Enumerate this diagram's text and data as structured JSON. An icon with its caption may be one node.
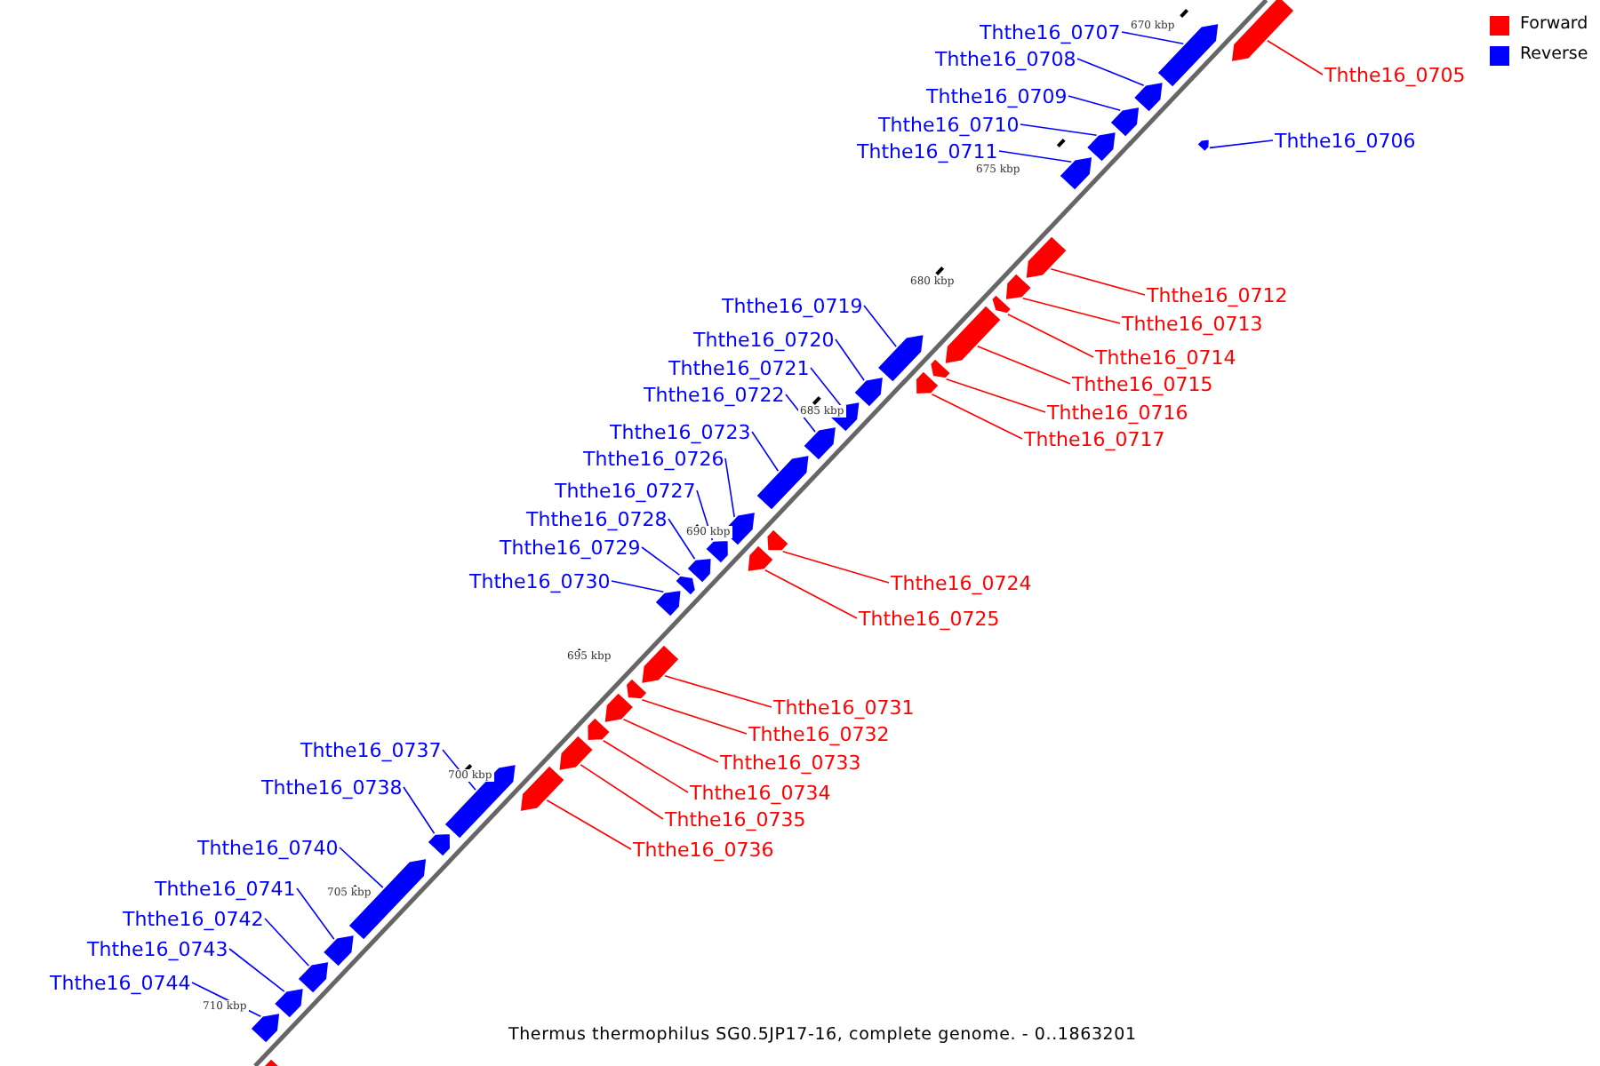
{
  "diagram": {
    "caption": "Thermus thermophilus SG0.5JP17-16, complete genome. - 0..1863201",
    "nodes": [
      {
        "text": [
          "Ththe16_0705"
        ]
      },
      {
        "text": [],
        "shape": "bar"
      },
      {
        "text": [
          "Ththe16_0706"
        ]
      },
      {
        "text": [],
        "shape": "bar"
      },
      {
        "text": [
          "Ththe16_0707"
        ]
      },
      {
        "text": [],
        "shape": "bar"
      },
      {
        "text": [
          "Ththe16_0708"
        ]
      },
      {
        "text": [],
        "shape": "bar"
      },
      {
        "text": [
          "Ththe16_0709"
        ]
      },
      {
        "text": [],
        "shape": "bar"
      },
      {
        "text": [
          "Ththe16_0710"
        ]
      },
      {
        "text": [],
        "shape": "bar"
      },
      {
        "text": [
          "Ththe16_0711"
        ]
      },
      {
        "text": [],
        "shape": "bar"
      },
      {
        "text": [
          "Ththe16_0712"
        ]
      },
      {
        "text": [],
        "shape": "bar"
      },
      {
        "text": [
          "Ththe16_0713"
        ]
      },
      {
        "text": [],
        "shape": "bar"
      },
      {
        "text": [
          "Ththe16_0714"
        ]
      },
      {
        "text": [],
        "shape": "bar"
      },
      {
        "text": [
          "Ththe16_0715"
        ]
      },
      {
        "text": [],
        "shape": "bar"
      },
      {
        "text": [
          "Ththe16_0716"
        ]
      },
      {
        "text": [],
        "shape": "bar"
      },
      {
        "text": [
          "Ththe16_0717"
        ]
      },
      {
        "text": [],
        "shape": "bar"
      },
      {
        "text": [
          "Ththe16_0719"
        ]
      },
      {
        "text": [],
        "shape": "bar"
      },
      {
        "text": [
          "Ththe16_0720"
        ]
      },
      {
        "text": [],
        "shape": "bar"
      },
      {
        "text": [
          "Ththe16_0721"
        ]
      },
      {
        "text": [],
        "shape": "bar"
      },
      {
        "text": [
          "Ththe16_0722"
        ]
      },
      {
        "text": [],
        "shape": "bar"
      },
      {
        "text": [
          "Ththe16_0723"
        ]
      },
      {
        "text": [],
        "shape": "bar"
      },
      {
        "text": [
          "Ththe16_0724"
        ]
      },
      {
        "text": [],
        "shape": "bar"
      },
      {
        "text": [
          "Ththe16_0725"
        ]
      },
      {
        "text": [],
        "shape": "bar"
      },
      {
        "text": [
          "Ththe16_0726"
        ]
      },
      {
        "text": [],
        "shape": "bar"
      },
      {
        "text": [
          "Ththe16_0727"
        ]
      },
      {
        "text": [],
        "shape": "bar"
      },
      {
        "text": [
          "Ththe16_0728"
        ]
      },
      {
        "text": [],
        "shape": "bar"
      },
      {
        "text": [
          "Ththe16_0729"
        ]
      },
      {
        "text": [],
        "shape": "bar"
      },
      {
        "text": [
          "Ththe16_0730"
        ]
      },
      {
        "text": [],
        "shape": "bar"
      },
      {
        "text": [
          "Ththe16_0731"
        ]
      },
      {
        "text": [],
        "shape": "bar"
      },
      {
        "text": [
          "Ththe16_0732"
        ]
      },
      {
        "text": [],
        "shape": "bar"
      },
      {
        "text": [
          "Ththe16_0733"
        ]
      },
      {
        "text": [],
        "shape": "bar"
      },
      {
        "text": [
          "Ththe16_0734"
        ]
      },
      {
        "text": [],
        "shape": "bar"
      },
      {
        "text": [
          "Ththe16_0735"
        ]
      },
      {
        "text": [],
        "shape": "bar"
      },
      {
        "text": [
          "Ththe16_0736"
        ]
      },
      {
        "text": [],
        "shape": "bar"
      },
      {
        "text": [
          "Ththe16_0737"
        ]
      },
      {
        "text": [],
        "shape": "bar"
      },
      {
        "text": [
          "Ththe16_0738"
        ]
      },
      {
        "text": [],
        "shape": "bar"
      },
      {
        "text": [
          "Ththe16_0740"
        ]
      },
      {
        "text": [],
        "shape": "bar"
      },
      {
        "text": [
          "Ththe16_0741"
        ]
      },
      {
        "text": [],
        "shape": "bar"
      },
      {
        "text": [
          "Ththe16_0742"
        ]
      },
      {
        "text": [],
        "shape": "bar"
      },
      {
        "text": [
          "Ththe16_0743"
        ]
      },
      {
        "text": [],
        "shape": "bar"
      },
      {
        "text": [
          "Ththe16_0744"
        ]
      },
      {
        "text": [],
        "shape": "bar"
      },
      {
        "text": [],
        "shape": "bar"
      }
    ],
    "edges": [
      {
        "from": 0,
        "to": 1,
        "arrow": "none",
        "color": "#ff0000"
      },
      {
        "from": 2,
        "to": 3,
        "arrow": "none"
      },
      {
        "from": 4,
        "to": 5,
        "arrow": "none"
      },
      {
        "from": 6,
        "to": 7,
        "arrow": "none"
      },
      {
        "from": 8,
        "to": 9,
        "arrow": "none"
      },
      {
        "from": 10,
        "to": 11,
        "arrow": "none"
      },
      {
        "from": 12,
        "to": 13,
        "arrow": "none"
      },
      {
        "from": 14,
        "to": 15,
        "arrow": "none",
        "color": "#ff0000"
      },
      {
        "from": 16,
        "to": 17,
        "arrow": "none",
        "color": "#ff0000"
      },
      {
        "from": 18,
        "to": 19,
        "arrow": "none",
        "color": "#ff0000"
      },
      {
        "from": 20,
        "to": 21,
        "arrow": "none",
        "color": "#ff0000"
      },
      {
        "from": 22,
        "to": 23,
        "arrow": "none",
        "color": "#ff0000"
      },
      {
        "from": 24,
        "to": 25,
        "arrow": "none",
        "color": "#ff0000"
      },
      {
        "from": 26,
        "to": 27,
        "arrow": "none"
      },
      {
        "from": 28,
        "to": 29,
        "arrow": "none"
      },
      {
        "from": 30,
        "to": 31,
        "arrow": "none"
      },
      {
        "from": 32,
        "to": 33,
        "arrow": "none"
      },
      {
        "from": 34,
        "to": 35,
        "arrow": "none"
      },
      {
        "from": 36,
        "to": 37,
        "arrow": "none",
        "color": "#ff0000"
      },
      {
        "from": 38,
        "to": 39,
        "arrow": "none",
        "color": "#ff0000"
      },
      {
        "from": 40,
        "to": 41,
        "arrow": "none"
      },
      {
        "from": 42,
        "to": 43,
        "arrow": "none"
      },
      {
        "from": 44,
        "to": 45,
        "arrow": "none"
      },
      {
        "from": 46,
        "to": 47,
        "arrow": "none"
      },
      {
        "from": 48,
        "to": 49,
        "arrow": "none"
      },
      {
        "from": 50,
        "to": 51,
        "arrow": "none",
        "color": "#ff0000"
      },
      {
        "from": 52,
        "to": 53,
        "arrow": "none",
        "color": "#ff0000"
      },
      {
        "from": 54,
        "to": 55,
        "arrow": "none",
        "color": "#ff0000"
      },
      {
        "from": 56,
        "to": 57,
        "arrow": "none",
        "color": "#ff0000"
      },
      {
        "from": 58,
        "to": 59,
        "arrow": "none",
        "color": "#ff0000"
      },
      {
        "from": 60,
        "to": 61,
        "arrow": "none",
        "color": "#ff0000"
      },
      {
        "from": 62,
        "to": 63,
        "arrow": "none"
      },
      {
        "from": 64,
        "to": 65,
        "arrow": "none"
      },
      {
        "from": 66,
        "to": 67,
        "arrow": "none"
      },
      {
        "from": 68,
        "to": 69,
        "arrow": "none"
      },
      {
        "from": 70,
        "to": 71,
        "arrow": "none"
      },
      {
        "from": 72,
        "to": 73,
        "arrow": "none"
      },
      {
        "from": 74,
        "to": 75,
        "arrow": "none"
      }
    ],
    "labels": [
      "670 kbp",
      "675 kbp",
      "680 kbp",
      "685 kbp",
      "690 kbp",
      "695 kbp",
      "700 kbp",
      "705 kbp",
      "710 kbp"
    ],
    "legend": [
      {
        "text": "Forward",
        "color": "#ff0000"
      },
      {
        "text": "Reverse",
        "color": "#0000ff"
      }
    ]
  }
}
